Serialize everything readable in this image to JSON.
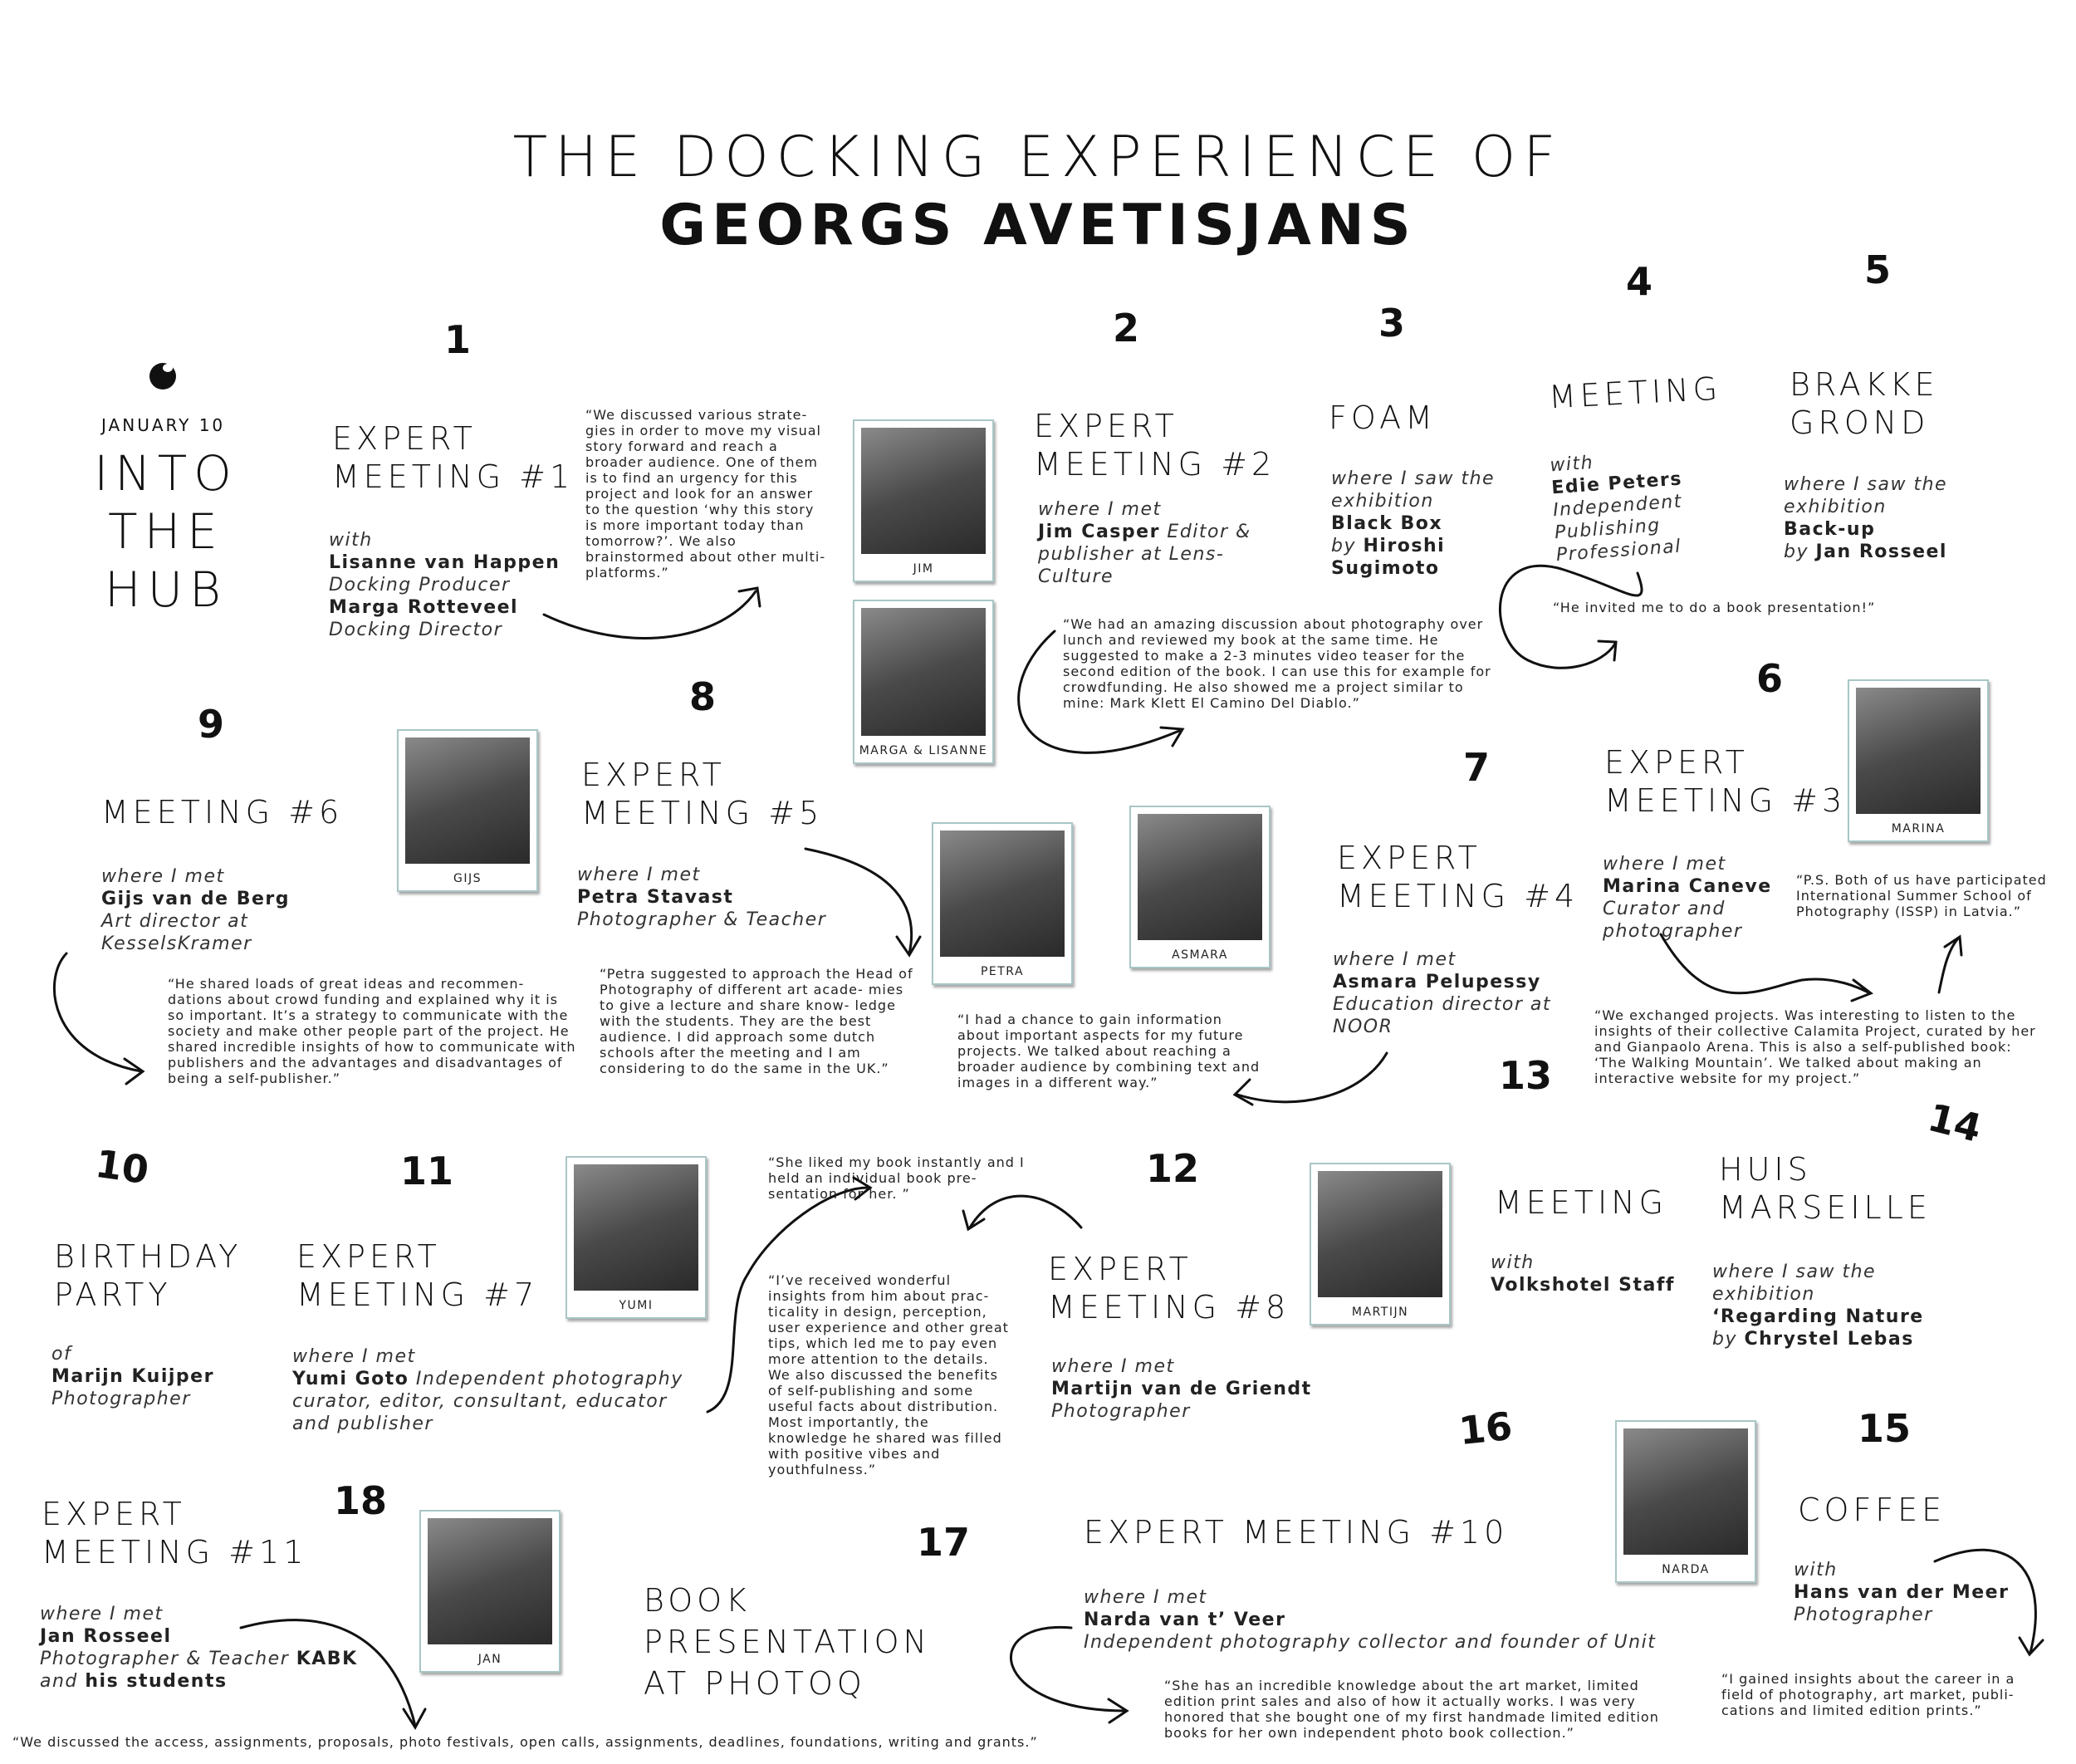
{
  "title": {
    "line1": "THE DOCKING EXPERIENCE OF",
    "line2": "GEORGS AVETISJANS"
  },
  "intro": {
    "date": "JANUARY 10",
    "title": "INTO\nTHE\nHUB"
  },
  "numbers": [
    "1",
    "2",
    "3",
    "4",
    "5",
    "6",
    "7",
    "8",
    "9",
    "10",
    "11",
    "12",
    "13",
    "14",
    "15",
    "16",
    "17",
    "18"
  ],
  "e1": {
    "head": "EXPERT\nMEETING #1",
    "with": "with",
    "p1": "Lisanne van Happen",
    "r1": "Docking Producer",
    "p2": "Marga Rotteveel",
    "r2": "Docking Director",
    "quote": "“We discussed various strate- gies in order to move my visual story forward and reach a broader audience. One of them is to find an urgency for this project and look for an answer to the question ‘why this story is more important today than tomorrow?’. We also brainstormed about other multi-platforms.”"
  },
  "e2": {
    "head": "EXPERT\nMEETING #2",
    "where": "where I met",
    "name": "Jim Casper",
    "role": "Editor & publisher at Lens- Culture",
    "quote": "“We had an amazing discussion about photography over lunch and reviewed my book at the same time. He suggested to make a 2-3 minutes video teaser for the second edition of the book. I can use this for example for crowdfunding. He also showed me a project similar to mine: Mark Klett El Camino Del Diablo.”"
  },
  "e3": {
    "head": "FOAM",
    "where": "where I saw the exhibition",
    "what": "Black Box",
    "by": "by",
    "who": "Hiroshi Sugimoto"
  },
  "e4": {
    "head": "MEETING",
    "with": "with",
    "name": "Edie Peters",
    "role": "Independent Publishing Professional",
    "quote": "“He invited me to do a book presentation!”"
  },
  "e5": {
    "head": "BRAKKE\nGROND",
    "where": "where I saw the exhibition",
    "what": "Back-up",
    "by": "by",
    "who": "Jan Rosseel"
  },
  "e6": {
    "head": "EXPERT\nMEETING #3",
    "where": "where I met",
    "name": "Marina Caneve",
    "role": "Curator and photographer",
    "ps": "“P.S. Both of us have participated International Summer School of Photography (ISSP) in Latvia.”",
    "quote": "“We exchanged projects. Was interesting to listen to the insights of their collective Calamita Project, curated by her and Gianpaolo Arena. This is also a self-published book: ‘The Walking Mountain’. We talked about making an interactive website for my project.”"
  },
  "e7": {
    "head": "EXPERT\nMEETING #4",
    "where": "where I met",
    "name": "Asmara Pelupessy",
    "role": "Education director at NOOR",
    "quote": "“I had a chance to gain information about important aspects for my future projects. We talked about reaching a broader audience by combining text and images in a different way.”"
  },
  "e8": {
    "head": "EXPERT\nMEETING #5",
    "where": "where I met",
    "name": "Petra Stavast",
    "role": "Photographer & Teacher",
    "quote": "“Petra suggested to approach the Head of Photography of different art acade- mies to give a lecture and share know- ledge with the students. They are the best audience. I did approach some dutch schools after the meeting and I am considering to do the same in the UK.”"
  },
  "e9": {
    "head": "MEETING #6",
    "where": "where I met",
    "name": "Gijs van de Berg",
    "role": "Art director at KesselsKramer",
    "quote": "“He shared loads of great ideas and recommen- dations about crowd funding and explained why it is so important. It’s a strategy to communicate with the society and make other people part of the project. He shared incredible insights of how to communicate with publishers and the advantages and disadvantages of being a self-publisher.”"
  },
  "e10": {
    "head": "BIRTHDAY\nPARTY",
    "of": "of",
    "name": "Marijn Kuijper",
    "role": "Photographer"
  },
  "e11": {
    "head": "EXPERT\nMEETING #7",
    "where": "where I met",
    "name": "Yumi Goto",
    "role": "Independent photography curator, editor, consultant, educator and publisher",
    "quote": "“She liked my book instantly and I held an individual book pre- sentation for her. ”"
  },
  "e12": {
    "head": "EXPERT\nMEETING #8",
    "where": "where I met",
    "name": "Martijn van de Griendt",
    "role": "Photographer",
    "quote": "“I’ve received wonderful insights from him about prac- ticality in design, perception, user experience and other great tips, which led me to pay even more attention to the details. We also discussed the benefits of self-publishing and some useful facts about distribution. Most importantly, the knowledge he shared was filled with positive vibes and youthfulness.”"
  },
  "e13": {
    "head": "MEETING",
    "with": "with",
    "name": "Volkshotel Staff"
  },
  "e14": {
    "head": "HUIS\nMARSEILLE",
    "where": "where I saw the exhibition",
    "what": "‘Regarding Nature",
    "by": "by",
    "who": "Chrystel Lebas"
  },
  "e15": {
    "head": "COFFEE",
    "with": "with",
    "name": "Hans van der Meer",
    "role": "Photographer",
    "quote": "“I gained insights about the career in a field of photography, art market, publi- cations and limited edition prints.”"
  },
  "e16": {
    "head": "EXPERT MEETING #10",
    "where": "where I met",
    "name": "Narda van t’ Veer",
    "role": "Independent photography collector and founder of Unit",
    "quote": "“She has an incredible knowledge about the art market, limited edition print sales and also of how it actually works. I was very honored that she bought one of my first handmade limited edition books for her own independent photo book collection.”"
  },
  "e17": {
    "head": "BOOK\nPRESENTATION\nAT PHOTOQ"
  },
  "e18": {
    "head": "EXPERT\nMEETING #11",
    "where": "where I met",
    "name": "Jan Rosseel",
    "role": "Photographer & Teacher",
    "org": "KABK",
    "and": "and",
    "extra": "his students",
    "quote": "“We discussed the access, assignments, proposals, photo festivals, open calls, assignments, deadlines, foundations, writing and grants.”"
  },
  "photos": {
    "jim": "JIM",
    "marga": "MARGA & LISANNE",
    "gijs": "GIJS",
    "petra": "PETRA",
    "asmara": "ASMARA",
    "marina": "MARINA",
    "yumi": "YUMI",
    "martijn": "MARTIJN",
    "narda": "NARDA",
    "jan": "JAN"
  },
  "colors": {
    "photo_border": "#a9c6c6",
    "text": "#111111"
  }
}
